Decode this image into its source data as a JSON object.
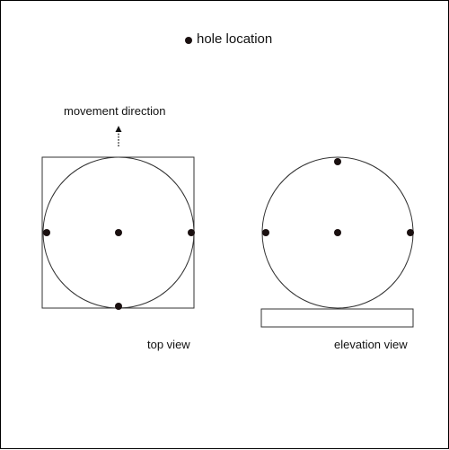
{
  "legend": {
    "label": "hole location",
    "icon": "hole-dot-icon"
  },
  "top_view": {
    "label": "top view",
    "annotation": "movement direction",
    "arrow_icon": "dotted-arrow-up-icon"
  },
  "elevation_view": {
    "label": "elevation view"
  },
  "colors": {
    "stroke": "#333333",
    "hole": "#1a1010"
  }
}
